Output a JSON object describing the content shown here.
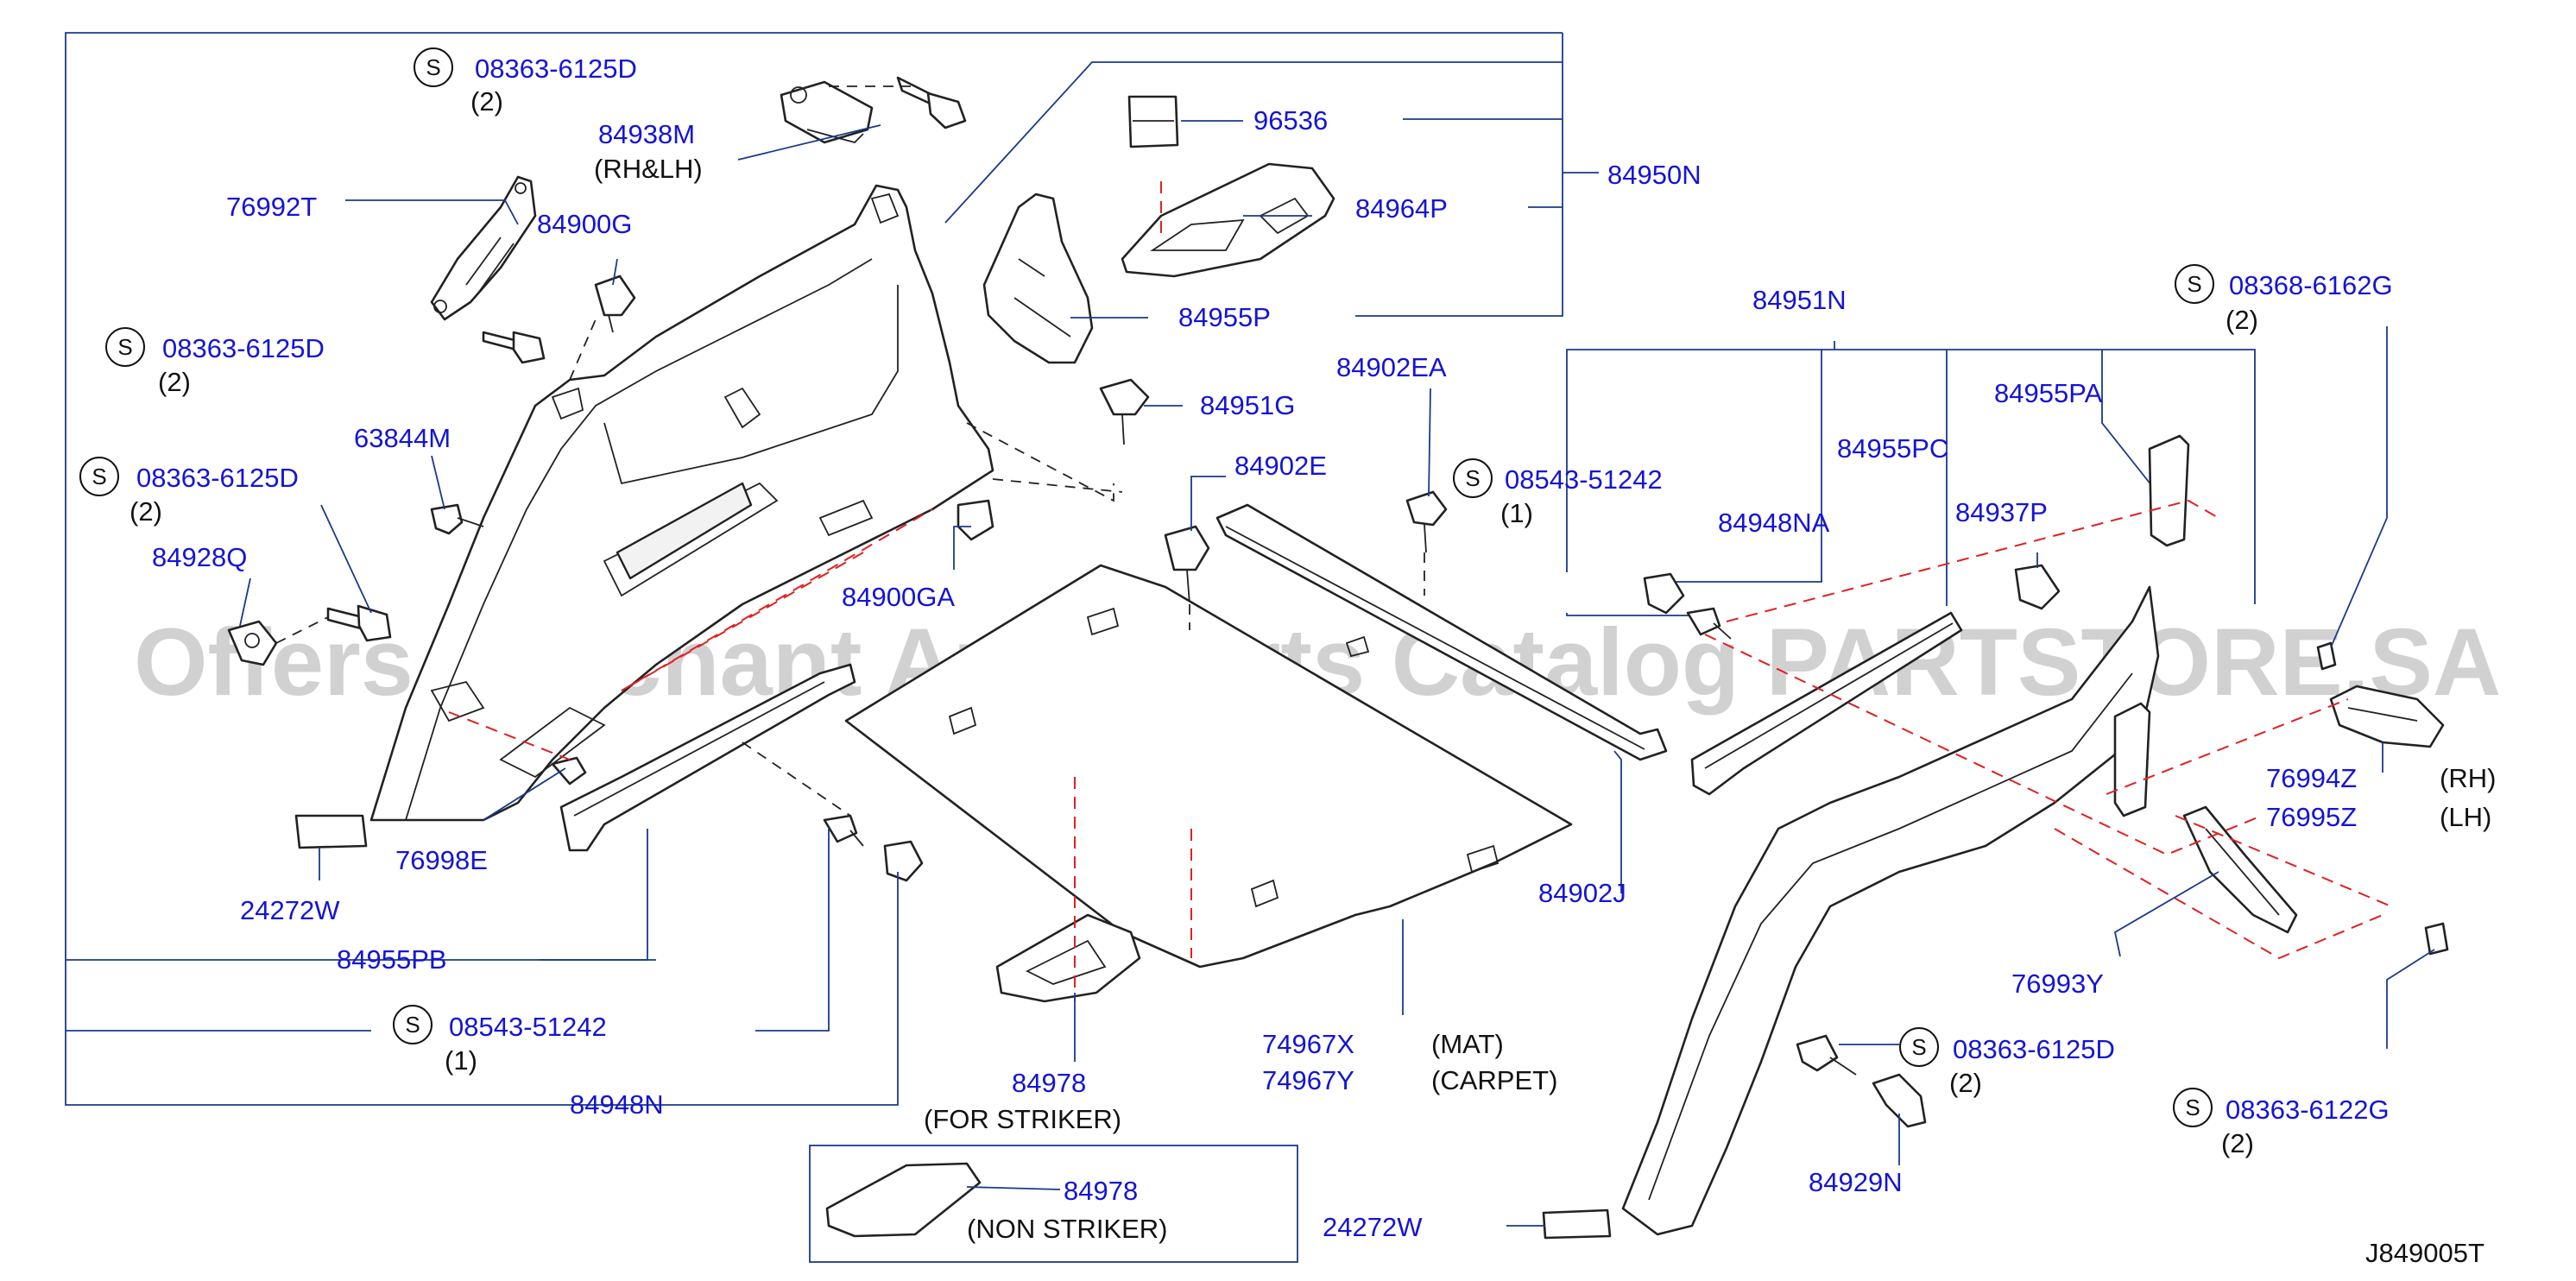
{
  "diagram_code": "J849005T",
  "watermark": "Offers Merchant Auto Parts Catalog PARTSTORE.SA",
  "callouts": {
    "c1": {
      "badge": "S",
      "part": "08363-6125D",
      "note": "(2)"
    },
    "c2": {
      "part": "84938M",
      "note": "(RH&LH)"
    },
    "c3": {
      "part": "76992T"
    },
    "c4": {
      "part": "84900G"
    },
    "c5": {
      "badge": "S",
      "part": "08363-6125D",
      "note": "(2)"
    },
    "c6": {
      "part": "63844M"
    },
    "c7": {
      "badge": "S",
      "part": "08363-6125D",
      "note": "(2)"
    },
    "c8": {
      "part": "84928Q"
    },
    "c9": {
      "part": "96536"
    },
    "c10": {
      "part": "84950N"
    },
    "c11": {
      "part": "84964P"
    },
    "c12": {
      "part": "84955P"
    },
    "c13": {
      "part": "84951G"
    },
    "c14": {
      "part": "84902EA"
    },
    "c15": {
      "part": "84902E"
    },
    "c16": {
      "part": "84900GA"
    },
    "c17": {
      "part": "76998E"
    },
    "c18": {
      "part": "24272W"
    },
    "c19": {
      "part": "84955PB"
    },
    "c20": {
      "badge": "S",
      "part": "08543-51242",
      "note": "(1)"
    },
    "c21": {
      "part": "84948N"
    },
    "c22": {
      "part": "84978",
      "note": "(FOR  STRIKER)"
    },
    "c23": {
      "part": "84978",
      "note": "(NON  STRIKER)"
    },
    "c24": {
      "part": "74967X",
      "note": "(MAT)"
    },
    "c25": {
      "part": "74967Y",
      "note": "(CARPET)"
    },
    "c26": {
      "part": "84902J"
    },
    "c27": {
      "part": "24272W"
    },
    "c28": {
      "part": "84951N"
    },
    "c29": {
      "badge": "S",
      "part": "08368-6162G",
      "note": "(2)"
    },
    "c30": {
      "part": "84955PA"
    },
    "c31": {
      "part": "84955PC"
    },
    "c32": {
      "badge": "S",
      "part": "08543-51242",
      "note": "(1)"
    },
    "c33": {
      "part": "84948NA"
    },
    "c34": {
      "part": "84937P"
    },
    "c35": {
      "part": "76994Z",
      "note": "(RH)"
    },
    "c36": {
      "part": "76995Z",
      "note": "(LH)"
    },
    "c37": {
      "part": "76993Y"
    },
    "c38": {
      "badge": "S",
      "part": "08363-6125D",
      "note": "(2)"
    },
    "c39": {
      "part": "84929N"
    },
    "c40": {
      "badge": "S",
      "part": "08363-6122G",
      "note": "(2)"
    }
  }
}
